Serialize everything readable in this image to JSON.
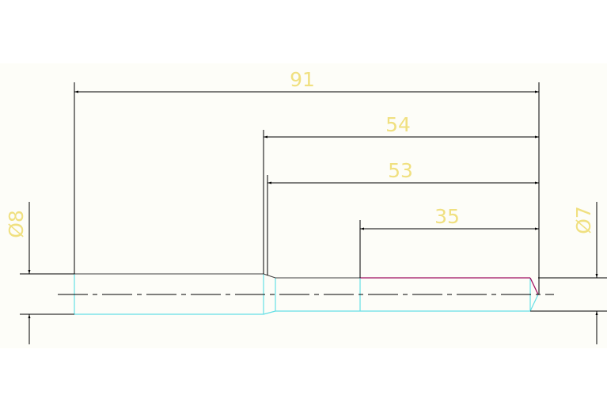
{
  "drawing": {
    "background_color": "#ffffff",
    "panel_color": "#fdfdf8",
    "dimension_color": "#000000",
    "text_color": "#f0e080",
    "outline_color": "#66e0e6",
    "highlight_color": "#a01060"
  },
  "dimensions": {
    "overall_length": "91",
    "length_54": "54",
    "length_53": "53",
    "length_35": "35",
    "diameter_left": "Ø8",
    "diameter_right": "Ø7"
  }
}
